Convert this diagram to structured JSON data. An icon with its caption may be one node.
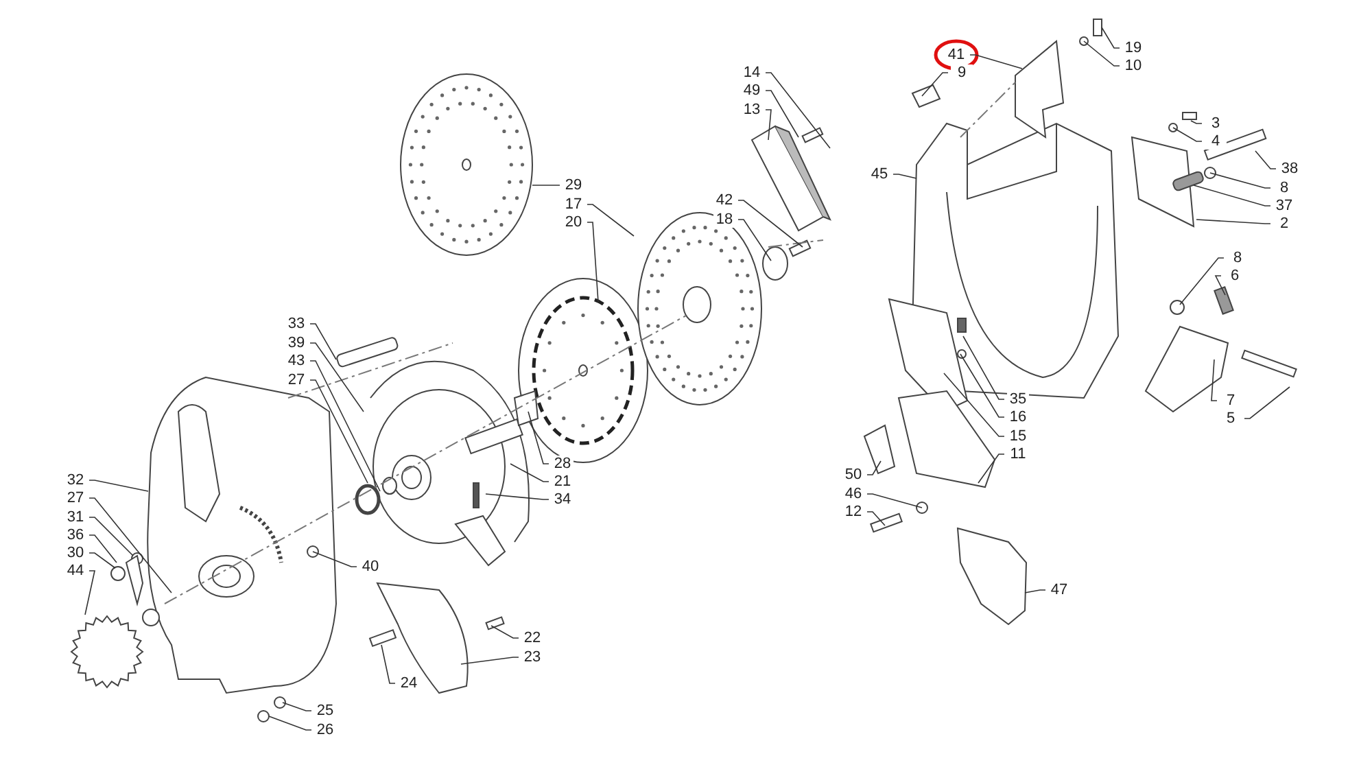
{
  "diagram": {
    "nodes": [
      {
        "text": [
          "41"
        ]
      },
      {
        "text": [
          "9"
        ]
      },
      {
        "text": [
          "19"
        ]
      },
      {
        "text": [
          "10"
        ]
      },
      {
        "text": [
          "14"
        ]
      },
      {
        "text": [
          "49"
        ]
      },
      {
        "text": [
          "13"
        ]
      },
      {
        "text": [
          "29"
        ]
      },
      {
        "text": [
          "17"
        ]
      },
      {
        "text": [
          "20"
        ]
      },
      {
        "text": [
          "42"
        ]
      },
      {
        "text": [
          "18"
        ]
      },
      {
        "text": [
          "45"
        ]
      },
      {
        "text": [
          "3"
        ]
      },
      {
        "text": [
          "4"
        ]
      },
      {
        "text": [
          "38"
        ]
      },
      {
        "text": [
          "8"
        ]
      },
      {
        "text": [
          "37"
        ]
      },
      {
        "text": [
          "2"
        ]
      },
      {
        "text": [
          "8"
        ]
      },
      {
        "text": [
          "6"
        ]
      },
      {
        "text": [
          "7"
        ]
      },
      {
        "text": [
          "5"
        ]
      },
      {
        "text": [
          "33"
        ]
      },
      {
        "text": [
          "39"
        ]
      },
      {
        "text": [
          "43"
        ]
      },
      {
        "text": [
          "27"
        ]
      },
      {
        "text": [
          "35"
        ]
      },
      {
        "text": [
          "16"
        ]
      },
      {
        "text": [
          "15"
        ]
      },
      {
        "text": [
          "11"
        ]
      },
      {
        "text": [
          "28"
        ]
      },
      {
        "text": [
          "21"
        ]
      },
      {
        "text": [
          "34"
        ]
      },
      {
        "text": [
          "32"
        ]
      },
      {
        "text": [
          "27"
        ]
      },
      {
        "text": [
          "31"
        ]
      },
      {
        "text": [
          "36"
        ]
      },
      {
        "text": [
          "30"
        ]
      },
      {
        "text": [
          "44"
        ]
      },
      {
        "text": [
          "40"
        ]
      },
      {
        "text": [
          "50"
        ]
      },
      {
        "text": [
          "46"
        ]
      },
      {
        "text": [
          "12"
        ]
      },
      {
        "text": [
          "47"
        ]
      },
      {
        "text": [
          "22"
        ]
      },
      {
        "text": [
          "23"
        ]
      },
      {
        "text": [
          "24"
        ]
      },
      {
        "text": [
          "25"
        ]
      },
      {
        "text": [
          "26"
        ]
      }
    ],
    "edges": [
      {
        "from": 0,
        "to": null,
        "arrow": "none"
      },
      {
        "from": 1,
        "to": null,
        "arrow": "none"
      },
      {
        "from": 2,
        "to": null,
        "arrow": "none"
      },
      {
        "from": 3,
        "to": null,
        "arrow": "none"
      },
      {
        "from": 4,
        "to": null,
        "arrow": "none"
      },
      {
        "from": 5,
        "to": null,
        "arrow": "none"
      },
      {
        "from": 6,
        "to": null,
        "arrow": "none"
      },
      {
        "from": 7,
        "to": null,
        "arrow": "none"
      },
      {
        "from": 8,
        "to": null,
        "arrow": "none"
      },
      {
        "from": 9,
        "to": null,
        "arrow": "none"
      },
      {
        "from": 10,
        "to": null,
        "arrow": "none"
      },
      {
        "from": 11,
        "to": null,
        "arrow": "none"
      },
      {
        "from": 12,
        "to": null,
        "arrow": "none"
      },
      {
        "from": 13,
        "to": null,
        "arrow": "none"
      },
      {
        "from": 14,
        "to": null,
        "arrow": "none"
      },
      {
        "from": 15,
        "to": null,
        "arrow": "none"
      },
      {
        "from": 16,
        "to": null,
        "arrow": "none"
      },
      {
        "from": 17,
        "to": null,
        "arrow": "none"
      },
      {
        "from": 18,
        "to": null,
        "arrow": "none"
      },
      {
        "from": 19,
        "to": null,
        "arrow": "none"
      },
      {
        "from": 20,
        "to": null,
        "arrow": "none"
      },
      {
        "from": 21,
        "to": null,
        "arrow": "none"
      },
      {
        "from": 22,
        "to": null,
        "arrow": "none"
      },
      {
        "from": 23,
        "to": null,
        "arrow": "none"
      },
      {
        "from": 24,
        "to": null,
        "arrow": "none"
      },
      {
        "from": 25,
        "to": null,
        "arrow": "none"
      },
      {
        "from": 26,
        "to": null,
        "arrow": "none"
      },
      {
        "from": 27,
        "to": null,
        "arrow": "none"
      },
      {
        "from": 28,
        "to": null,
        "arrow": "none"
      },
      {
        "from": 29,
        "to": null,
        "arrow": "none"
      },
      {
        "from": 30,
        "to": null,
        "arrow": "none"
      },
      {
        "from": 31,
        "to": null,
        "arrow": "none"
      },
      {
        "from": 32,
        "to": null,
        "arrow": "none"
      },
      {
        "from": 33,
        "to": null,
        "arrow": "none"
      },
      {
        "from": 34,
        "to": null,
        "arrow": "none"
      },
      {
        "from": 35,
        "to": null,
        "arrow": "none"
      },
      {
        "from": 36,
        "to": null,
        "arrow": "none"
      },
      {
        "from": 37,
        "to": null,
        "arrow": "none"
      },
      {
        "from": 38,
        "to": null,
        "arrow": "none"
      },
      {
        "from": 39,
        "to": null,
        "arrow": "none"
      },
      {
        "from": 40,
        "to": null,
        "arrow": "none"
      },
      {
        "from": 41,
        "to": null,
        "arrow": "none"
      },
      {
        "from": 42,
        "to": null,
        "arrow": "none"
      },
      {
        "from": 43,
        "to": null,
        "arrow": "none"
      },
      {
        "from": 44,
        "to": null,
        "arrow": "none"
      },
      {
        "from": 45,
        "to": null,
        "arrow": "none"
      },
      {
        "from": 46,
        "to": null,
        "arrow": "none"
      },
      {
        "from": 47,
        "to": null,
        "arrow": "none"
      },
      {
        "from": 48,
        "to": null,
        "arrow": "none"
      },
      {
        "from": 49,
        "to": null,
        "arrow": "none"
      }
    ]
  }
}
